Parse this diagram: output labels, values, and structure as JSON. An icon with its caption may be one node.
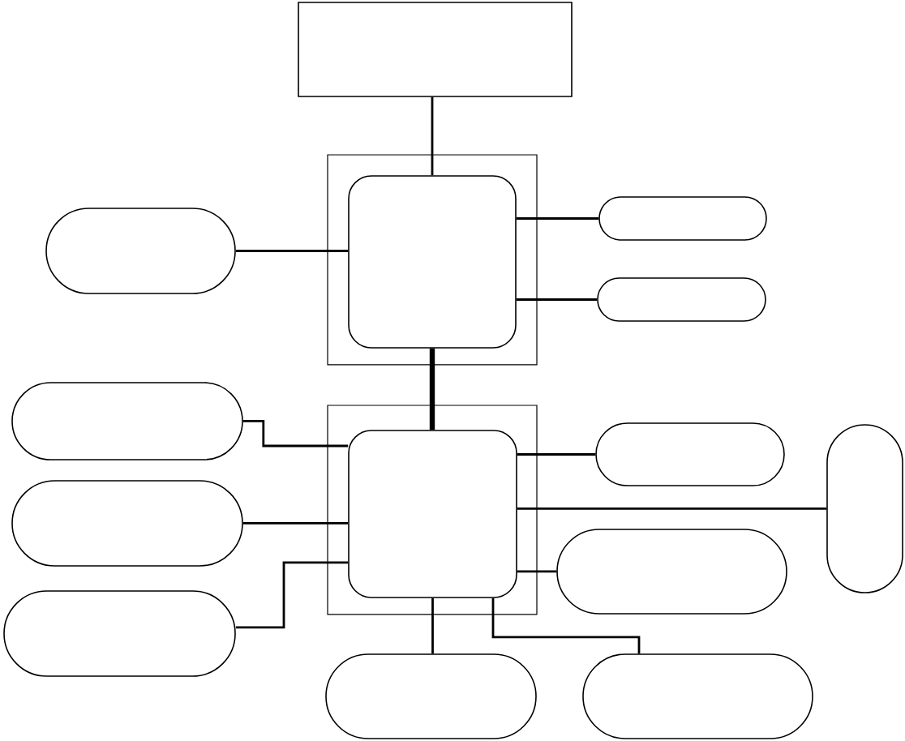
{
  "diagram": {
    "nodes": [
      {
        "text": [],
        "shape": "box"
      },
      {
        "text": [],
        "shape": "oval"
      },
      {
        "text": [],
        "shape": "box"
      },
      {
        "text": [],
        "shape": "box",
        "in": 2
      },
      {
        "text": [],
        "shape": "oval"
      },
      {
        "text": [],
        "shape": "oval"
      },
      {
        "text": [],
        "shape": "oval"
      },
      {
        "text": [],
        "shape": "oval"
      },
      {
        "text": [],
        "shape": "oval"
      },
      {
        "text": [],
        "shape": "box"
      },
      {
        "text": [],
        "shape": "box",
        "in": 9
      },
      {
        "text": [],
        "shape": "oval"
      },
      {
        "text": [],
        "shape": "oval"
      },
      {
        "text": [],
        "shape": "oval"
      },
      {
        "text": [],
        "shape": "oval"
      },
      {
        "text": [],
        "shape": "oval"
      }
    ],
    "edges": [
      {
        "from": 0,
        "to": 3,
        "arrow": "none"
      },
      {
        "from": 1,
        "to": 3,
        "arrow": "none"
      },
      {
        "from": 3,
        "to": 4,
        "arrow": "none"
      },
      {
        "from": 3,
        "to": 5,
        "arrow": "none"
      },
      {
        "from": 3,
        "to": 10,
        "arrow": "none",
        "style": "thick"
      },
      {
        "from": 6,
        "to": 10,
        "arrow": "none"
      },
      {
        "from": 7,
        "to": 10,
        "arrow": "none"
      },
      {
        "from": 8,
        "to": 10,
        "arrow": "none"
      },
      {
        "from": 10,
        "to": 11,
        "arrow": "none"
      },
      {
        "from": 10,
        "to": 13,
        "arrow": "none"
      },
      {
        "from": 10,
        "to": 12,
        "arrow": "none"
      },
      {
        "from": 10,
        "to": 14,
        "arrow": "none"
      },
      {
        "from": 10,
        "to": 15,
        "arrow": "none"
      }
    ]
  }
}
